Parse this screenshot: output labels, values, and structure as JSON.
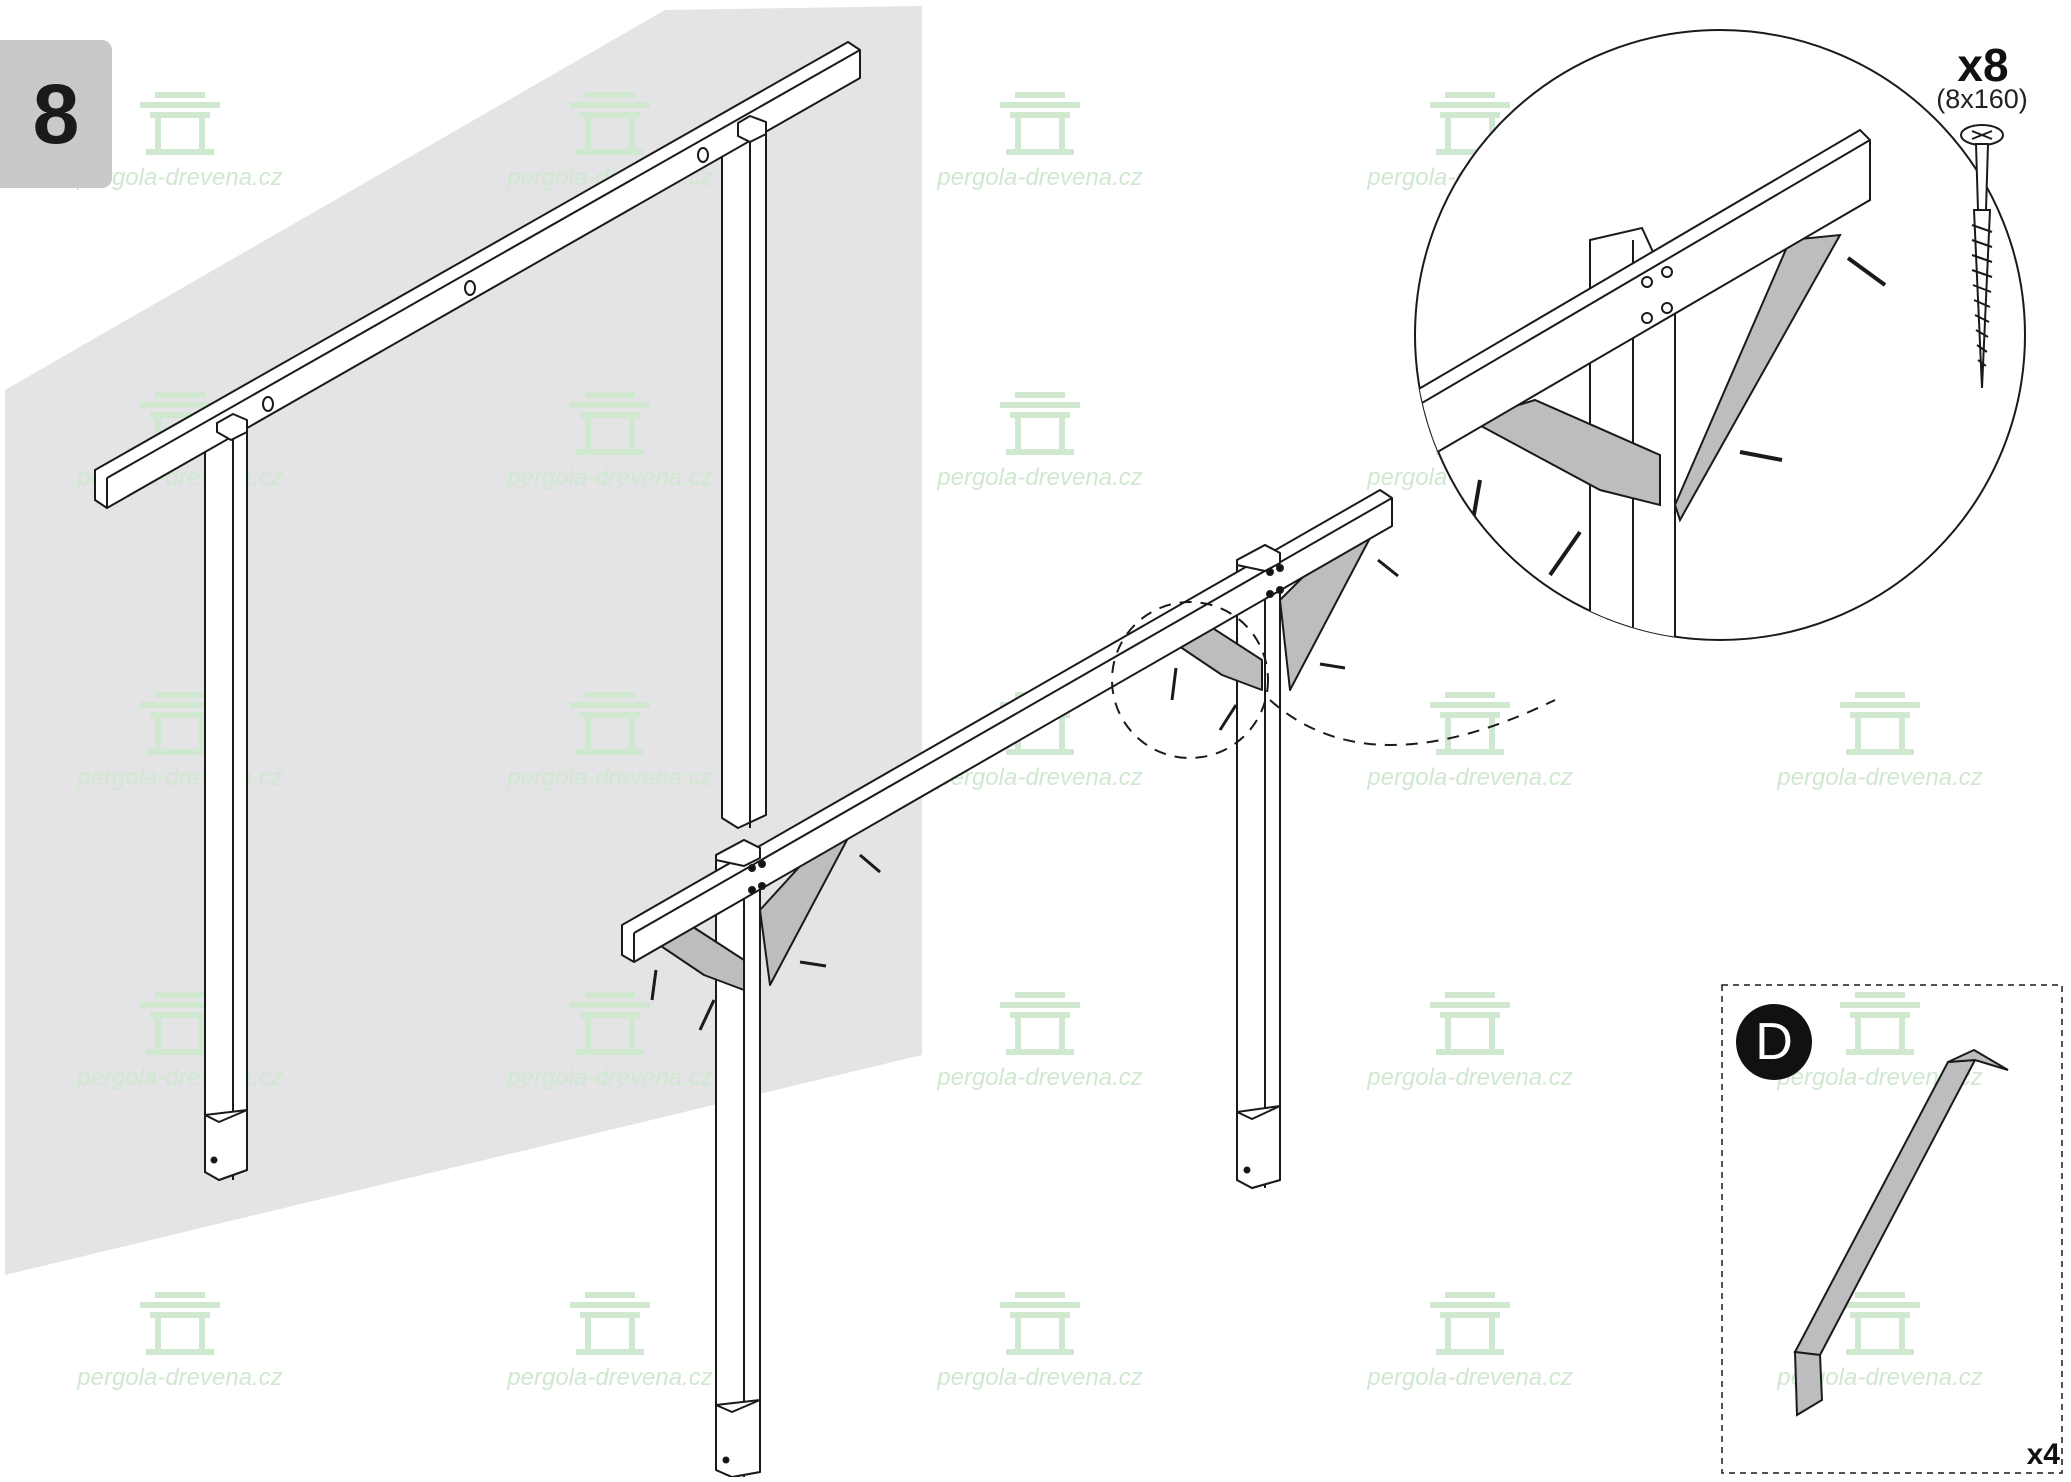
{
  "step": {
    "number": "8"
  },
  "hardware": {
    "quantity": "x8",
    "dimensions": "(8x160)",
    "icon": "screw-icon"
  },
  "part": {
    "letter": "D",
    "quantity": "x4",
    "icon": "brace-beam-icon"
  },
  "watermark": {
    "text": "pergola-drevena.cz",
    "icon": "pergola-logo-icon",
    "color": "#cfe8cf"
  },
  "colors": {
    "wall": "#e4e4e6",
    "wood_side": "#bdbdbf",
    "line": "#1a1a1a",
    "badge": "#c9c9cb"
  }
}
